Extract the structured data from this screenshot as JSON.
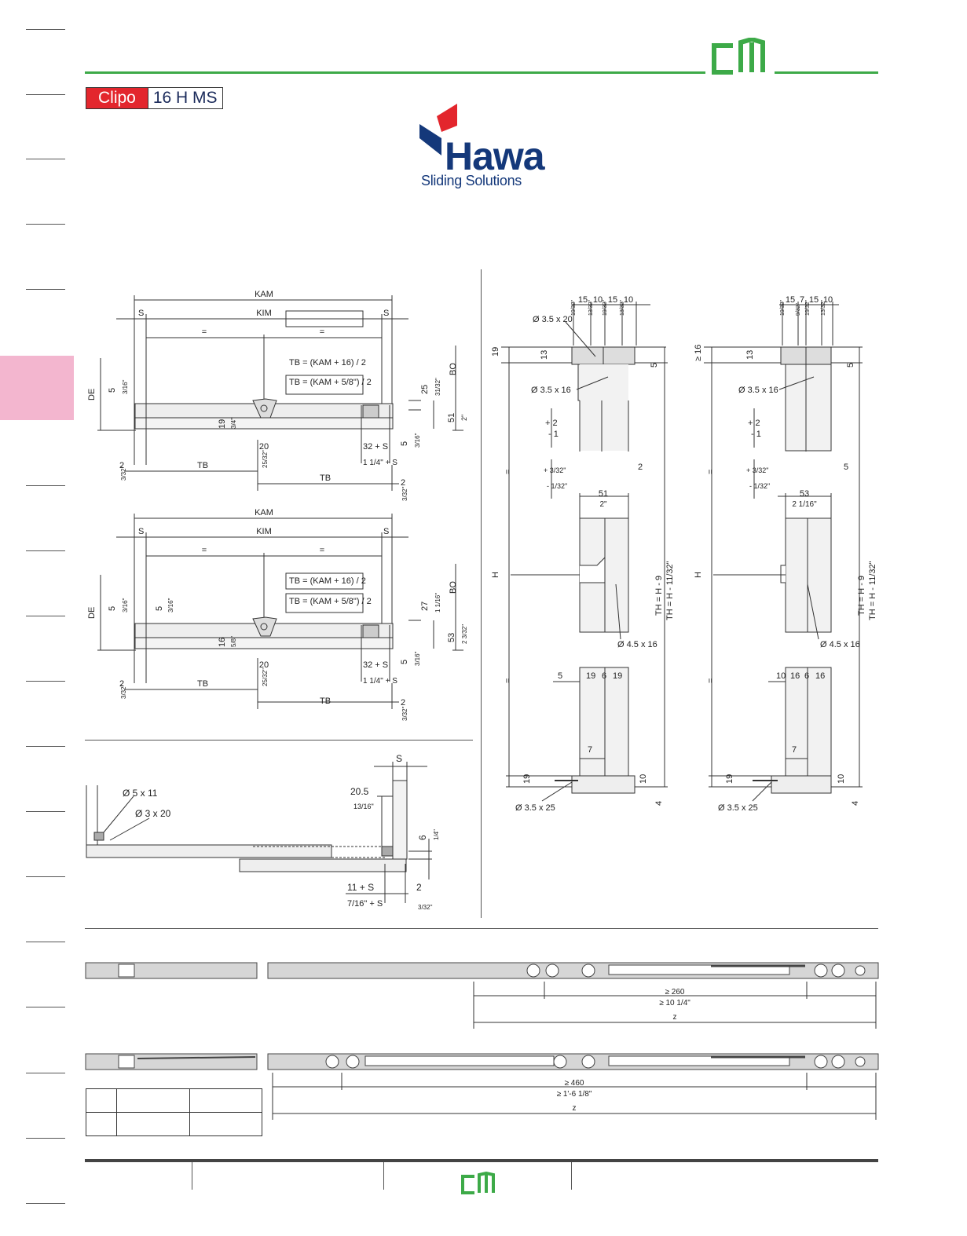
{
  "header": {
    "product_badge": {
      "brand": "Clipo",
      "model": "16 H MS"
    },
    "logo": {
      "wordmark": "Hawa",
      "tagline": "Sliding Solutions"
    },
    "accent_color": "#3daa48",
    "badge_color": "#e3262d"
  },
  "drawing_top_left": {
    "kam": "KAM",
    "kim": "KIM",
    "s": "S",
    "eq": "=",
    "de": "DE",
    "bo": "BO",
    "tb": "TB",
    "formula_1": "TB = (KAM + 16) / 2",
    "formula_2": "TB = (KAM + 5/8\") / 2",
    "dim_5": "5",
    "dim_5_in": "3/16\"",
    "dim_19": "19",
    "dim_19_in": "3/4\"",
    "dim_20": "20",
    "dim_20_in": "25/32\"",
    "dim_2": "2",
    "dim_2_in": "3/32\"",
    "dim_25": "25",
    "dim_25_in": "31/32\"",
    "dim_51": "51",
    "dim_51_in": "2\"",
    "dim_32s": "32 + S",
    "dim_32s_in": "1 1/4\" + S"
  },
  "drawing_mid_left": {
    "kam": "KAM",
    "kim": "KIM",
    "s": "S",
    "eq": "=",
    "de": "DE",
    "bo": "BO",
    "tb": "TB",
    "formula_1": "TB = (KAM + 16) / 2",
    "formula_2": "TB = (KAM + 5/8\") / 2",
    "dim_5": "5",
    "dim_5_in": "3/16\"",
    "dim_16": "16",
    "dim_16_in": "5/8\"",
    "dim_20": "20",
    "dim_20_in": "25/32\"",
    "dim_2": "2",
    "dim_2_in": "3/32\"",
    "dim_27": "27",
    "dim_27_in": "1 1/16\"",
    "dim_53": "53",
    "dim_53_in": "2 3/32\"",
    "dim_32s": "32 + S",
    "dim_32s_in": "1 1/4\" + S"
  },
  "drawing_bottom_left": {
    "screw_1": "Ø 5 x 11",
    "screw_2": "Ø 3 x 20",
    "s": "S",
    "dim_20_5": "20.5",
    "dim_20_5_in": "13/16\"",
    "dim_6": "6",
    "dim_6_in": "1/4\"",
    "dim_11s": "11 + S",
    "dim_11s_in": "7/16\" + S",
    "dim_2": "2",
    "dim_2_in": "3/32\""
  },
  "drawing_right_1": {
    "top_dims": [
      "15",
      "10",
      "15",
      "10"
    ],
    "top_dims_in": [
      "19/32\"",
      "13/32\"",
      "19/32\"",
      "13/32\""
    ],
    "screw_top": "Ø 3.5 x 20",
    "screw_mid": "Ø 3.5 x 16",
    "screw_center": "Ø 4.5 x 16",
    "screw_bottom": "Ø 3.5 x 25",
    "dim_19": "19",
    "dim_13": "13",
    "dim_5": "5",
    "tol_1": "+ 2",
    "tol_2": "- 1",
    "tol_3": "+ 3/32\"",
    "tol_4": "- 1/32\"",
    "dim_2": "2",
    "dim_51": "51",
    "dim_51_in": "2\"",
    "h": "H",
    "eq": "=",
    "th_1": "TH = H - 9",
    "th_2": "TH = H - 11/32\"",
    "bottom_dims": [
      "5",
      "19",
      "6",
      "19"
    ],
    "dim_7": "7",
    "dim_10": "10",
    "dim_4": "4"
  },
  "drawing_right_2": {
    "top_dims": [
      "15",
      "7",
      "15",
      "10"
    ],
    "top_dims_in": [
      "19/32\"",
      "9/32\"",
      "19/32\"",
      "13/32\""
    ],
    "screw_mid": "Ø 3.5 x 16",
    "screw_center": "Ø 4.5 x 16",
    "screw_bottom": "Ø 3.5 x 25",
    "dim_ge16": "≥ 16",
    "dim_13": "13",
    "dim_5": "5",
    "tol_1": "+ 2",
    "tol_2": "- 1",
    "tol_3": "+ 3/32\"",
    "tol_4": "- 1/32\"",
    "dim_5b": "5",
    "dim_53": "53",
    "dim_53_in": "2 1/16\"",
    "h": "H",
    "eq": "=",
    "th_1": "TH = H - 9",
    "th_2": "TH = H - 11/32\"",
    "bottom_dims": [
      "10",
      "16",
      "6",
      "16"
    ],
    "dim_7": "7",
    "dim_19": "19",
    "dim_10": "10",
    "dim_4": "4"
  },
  "rails": {
    "rail_1": {
      "min": "≥ 260",
      "min_in": "≥ 10 1/4\"",
      "z": "z"
    },
    "rail_2": {
      "min": "≥ 460",
      "min_in": "≥ 1'-6 1/8\"",
      "z": "z"
    }
  }
}
